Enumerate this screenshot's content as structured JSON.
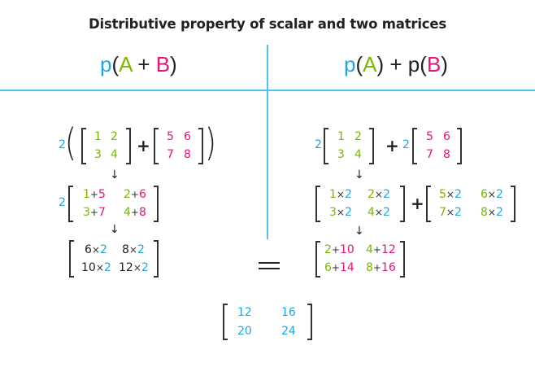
{
  "title": "Distributive property of scalar and two matrices",
  "colors": {
    "scalar": "#1ea7e4",
    "matrixA": "#7ab800",
    "matrixB": "#e6137d",
    "text": "#222222",
    "divider": "#4fc3ef"
  },
  "left": {
    "heading": {
      "p": "p",
      "open": "(",
      "A": "A",
      "plus": " + ",
      "B": "B",
      "close": ")"
    },
    "step1": {
      "scalar": "2",
      "paren_open": "(",
      "paren_close": ")",
      "plus": "+",
      "A": [
        [
          "1",
          "2"
        ],
        [
          "3",
          "4"
        ]
      ],
      "B": [
        [
          "5",
          "6"
        ],
        [
          "7",
          "8"
        ]
      ]
    },
    "arrow1": "↓",
    "step2": {
      "scalar": "2",
      "cells": [
        [
          {
            "a": "1",
            "op": "+",
            "b": "5"
          },
          {
            "a": "2",
            "op": "+",
            "b": "6"
          }
        ],
        [
          {
            "a": "3",
            "op": "+",
            "b": "7"
          },
          {
            "a": "4",
            "op": "+",
            "b": "8"
          }
        ]
      ]
    },
    "arrow2": "↓",
    "step3": {
      "cells": [
        [
          {
            "a": "6",
            "op": "×",
            "b": "2"
          },
          {
            "a": "8",
            "op": "×",
            "b": "2"
          }
        ],
        [
          {
            "a": "10",
            "op": "×",
            "b": "2"
          },
          {
            "a": "12",
            "op": "×",
            "b": "2"
          }
        ]
      ]
    }
  },
  "right": {
    "heading": {
      "p1": "p",
      "open1": "(",
      "A": "A",
      "close1": ")",
      "plus": " + ",
      "p2": "p",
      "open2": "(",
      "B": "B",
      "close2": ")"
    },
    "step1": {
      "scalarA": "2",
      "scalarB": "2",
      "plus": "+",
      "A": [
        [
          "1",
          "2"
        ],
        [
          "3",
          "4"
        ]
      ],
      "B": [
        [
          "5",
          "6"
        ],
        [
          "7",
          "8"
        ]
      ]
    },
    "arrow1": "↓",
    "step2": {
      "plus": "+",
      "A": [
        [
          {
            "a": "1",
            "op": "×",
            "b": "2"
          },
          {
            "a": "2",
            "op": "×",
            "b": "2"
          }
        ],
        [
          {
            "a": "3",
            "op": "×",
            "b": "2"
          },
          {
            "a": "4",
            "op": "×",
            "b": "2"
          }
        ]
      ],
      "B": [
        [
          {
            "a": "5",
            "op": "×",
            "b": "2"
          },
          {
            "a": "6",
            "op": "×",
            "b": "2"
          }
        ],
        [
          {
            "a": "7",
            "op": "×",
            "b": "2"
          },
          {
            "a": "8",
            "op": "×",
            "b": "2"
          }
        ]
      ]
    },
    "arrow2": "↓",
    "step3": {
      "cells": [
        [
          {
            "a": "2",
            "op": "+",
            "b": "10"
          },
          {
            "a": "4",
            "op": "+",
            "b": "12"
          }
        ],
        [
          {
            "a": "6",
            "op": "+",
            "b": "14"
          },
          {
            "a": "8",
            "op": "+",
            "b": "16"
          }
        ]
      ]
    }
  },
  "equals": "=",
  "result": [
    [
      "12",
      "16"
    ],
    [
      "20",
      "24"
    ]
  ]
}
